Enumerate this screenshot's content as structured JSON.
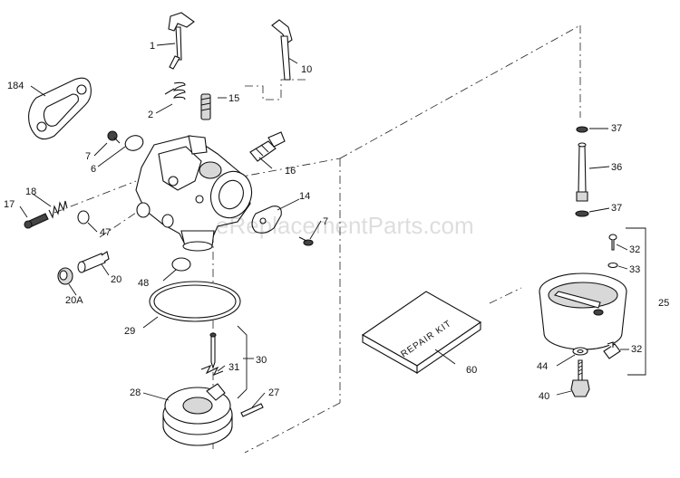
{
  "watermark": "eReplacementParts.com",
  "kit_box_text": "REPAIR KIT",
  "parts": [
    {
      "id": "p1",
      "label": "1"
    },
    {
      "id": "p10",
      "label": "10"
    },
    {
      "id": "p184",
      "label": "184"
    },
    {
      "id": "p2",
      "label": "2"
    },
    {
      "id": "p15",
      "label": "15"
    },
    {
      "id": "p7a",
      "label": "7"
    },
    {
      "id": "p6",
      "label": "6"
    },
    {
      "id": "p16",
      "label": "16"
    },
    {
      "id": "p17",
      "label": "17"
    },
    {
      "id": "p18",
      "label": "18"
    },
    {
      "id": "p47",
      "label": "47"
    },
    {
      "id": "p14",
      "label": "14"
    },
    {
      "id": "p7b",
      "label": "7"
    },
    {
      "id": "p20",
      "label": "20"
    },
    {
      "id": "p48",
      "label": "48"
    },
    {
      "id": "p20A",
      "label": "20A"
    },
    {
      "id": "p29",
      "label": "29"
    },
    {
      "id": "p30",
      "label": "30"
    },
    {
      "id": "p31",
      "label": "31"
    },
    {
      "id": "p28",
      "label": "28"
    },
    {
      "id": "p27",
      "label": "27"
    },
    {
      "id": "p60",
      "label": "60"
    },
    {
      "id": "p37a",
      "label": "37"
    },
    {
      "id": "p36",
      "label": "36"
    },
    {
      "id": "p37b",
      "label": "37"
    },
    {
      "id": "p32a",
      "label": "32"
    },
    {
      "id": "p33",
      "label": "33"
    },
    {
      "id": "p25",
      "label": "25"
    },
    {
      "id": "p32b",
      "label": "32"
    },
    {
      "id": "p44",
      "label": "44"
    },
    {
      "id": "p40",
      "label": "40"
    }
  ]
}
